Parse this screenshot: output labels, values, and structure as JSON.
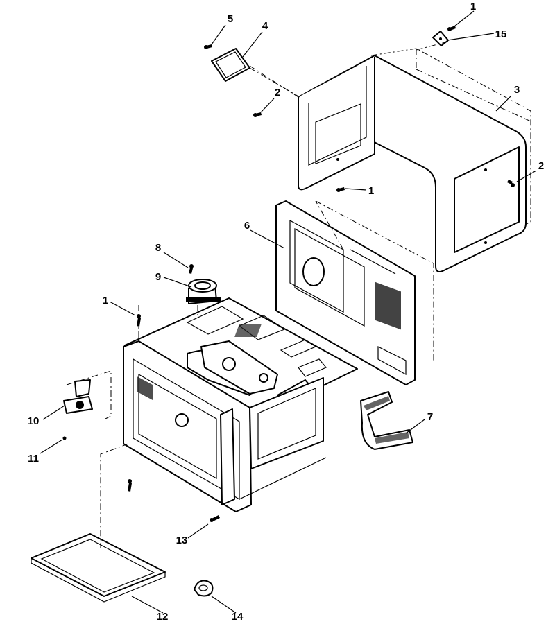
{
  "diagram": {
    "callouts": [
      {
        "id": "c1-top",
        "label": "1"
      },
      {
        "id": "c15",
        "label": "15"
      },
      {
        "id": "c5",
        "label": "5"
      },
      {
        "id": "c4",
        "label": "4"
      },
      {
        "id": "c2-upper",
        "label": "2"
      },
      {
        "id": "c3",
        "label": "3"
      },
      {
        "id": "c2-right",
        "label": "2"
      },
      {
        "id": "c1-mid",
        "label": "1"
      },
      {
        "id": "c6",
        "label": "6"
      },
      {
        "id": "c8",
        "label": "8"
      },
      {
        "id": "c9",
        "label": "9"
      },
      {
        "id": "c1-left",
        "label": "1"
      },
      {
        "id": "c10",
        "label": "10"
      },
      {
        "id": "c11",
        "label": "11"
      },
      {
        "id": "c7",
        "label": "7"
      },
      {
        "id": "c13",
        "label": "13"
      },
      {
        "id": "c12",
        "label": "12"
      },
      {
        "id": "c14",
        "label": "14"
      }
    ]
  }
}
